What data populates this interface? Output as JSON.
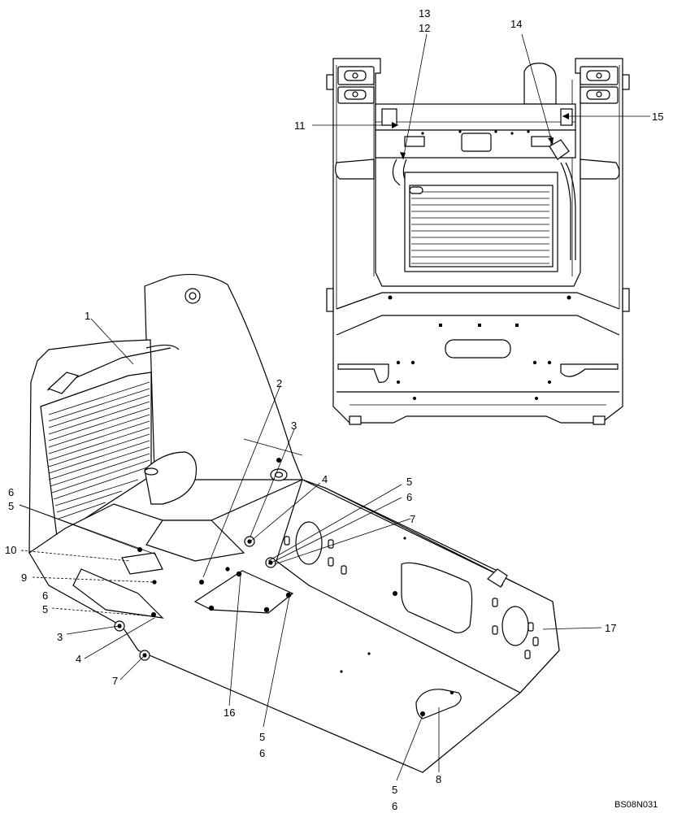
{
  "drawing_code": "BS08N031",
  "callouts": {
    "c1": "1",
    "c2": "2",
    "c3a": "3",
    "c4a": "4",
    "c5a": "5",
    "c6a": "6",
    "c7a": "7",
    "c6b": "6",
    "c5b": "5",
    "c10": "10",
    "c9": "9",
    "c6c": "6",
    "c5c": "5",
    "c3b": "3",
    "c4b": "4",
    "c7b": "7",
    "c16": "16",
    "c5d": "5",
    "c6d": "6",
    "c5e": "5",
    "c6e": "6",
    "c8": "8",
    "c17": "17",
    "c13": "13",
    "c12": "12",
    "c14": "14",
    "c11": "11",
    "c15": "15"
  }
}
